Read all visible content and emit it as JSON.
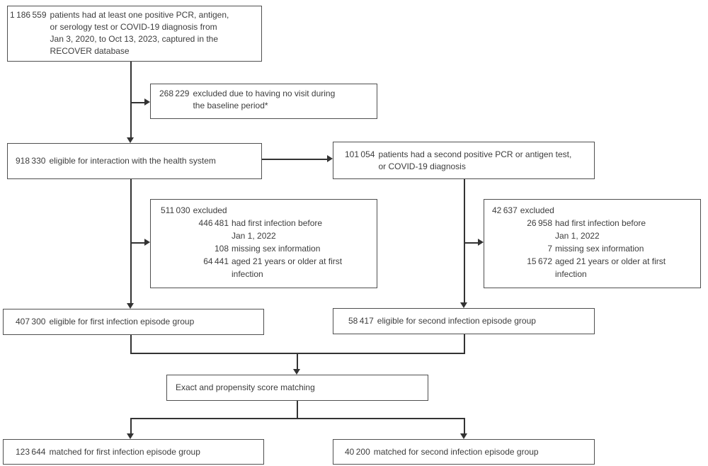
{
  "colors": {
    "background": "#ffffff",
    "box_border": "#4f4f4f",
    "connector_line": "#333333",
    "text": "#3d3d3d"
  },
  "boxes": {
    "initial": {
      "num": "1 186 559",
      "text": "patients had at least one positive PCR, antigen,\nor serology test or COVID-19 diagnosis from\nJan 3, 2020, to Oct 13, 2023, captured in the\nRECOVER database"
    },
    "excluded_baseline": {
      "num": "268 229",
      "text": "excluded due to having no visit during\nthe baseline period*"
    },
    "eligible_interaction": {
      "num": "918 330",
      "text": "eligible for interaction with the health system"
    },
    "second_positive": {
      "num": "101 054",
      "text": "patients had a second positive PCR or antigen test,\nor COVID-19 diagnosis"
    },
    "excluded_first": {
      "num": "511 030",
      "label": "excluded",
      "items": [
        {
          "num": "446 481",
          "text": "had first infection before\nJan 1, 2022"
        },
        {
          "num": "108",
          "text": "missing sex information"
        },
        {
          "num": "64 441",
          "text": "aged 21 years or older at first\ninfection"
        }
      ]
    },
    "excluded_second": {
      "num": "42 637",
      "label": "excluded",
      "items": [
        {
          "num": "26 958",
          "text": "had first infection before\nJan 1, 2022"
        },
        {
          "num": "7",
          "text": "missing sex information"
        },
        {
          "num": "15 672",
          "text": "aged 21 years or older at first\ninfection"
        }
      ]
    },
    "eligible_first": {
      "num": "407 300",
      "text": "eligible for first infection episode group"
    },
    "eligible_second": {
      "num": "58 417",
      "text": "eligible for second infection episode group"
    },
    "matching": {
      "text": "Exact and propensity score matching"
    },
    "matched_first": {
      "num": "123 644",
      "text": "matched for first infection episode group"
    },
    "matched_second": {
      "num": "40 200",
      "text": "matched for second infection episode group"
    }
  }
}
